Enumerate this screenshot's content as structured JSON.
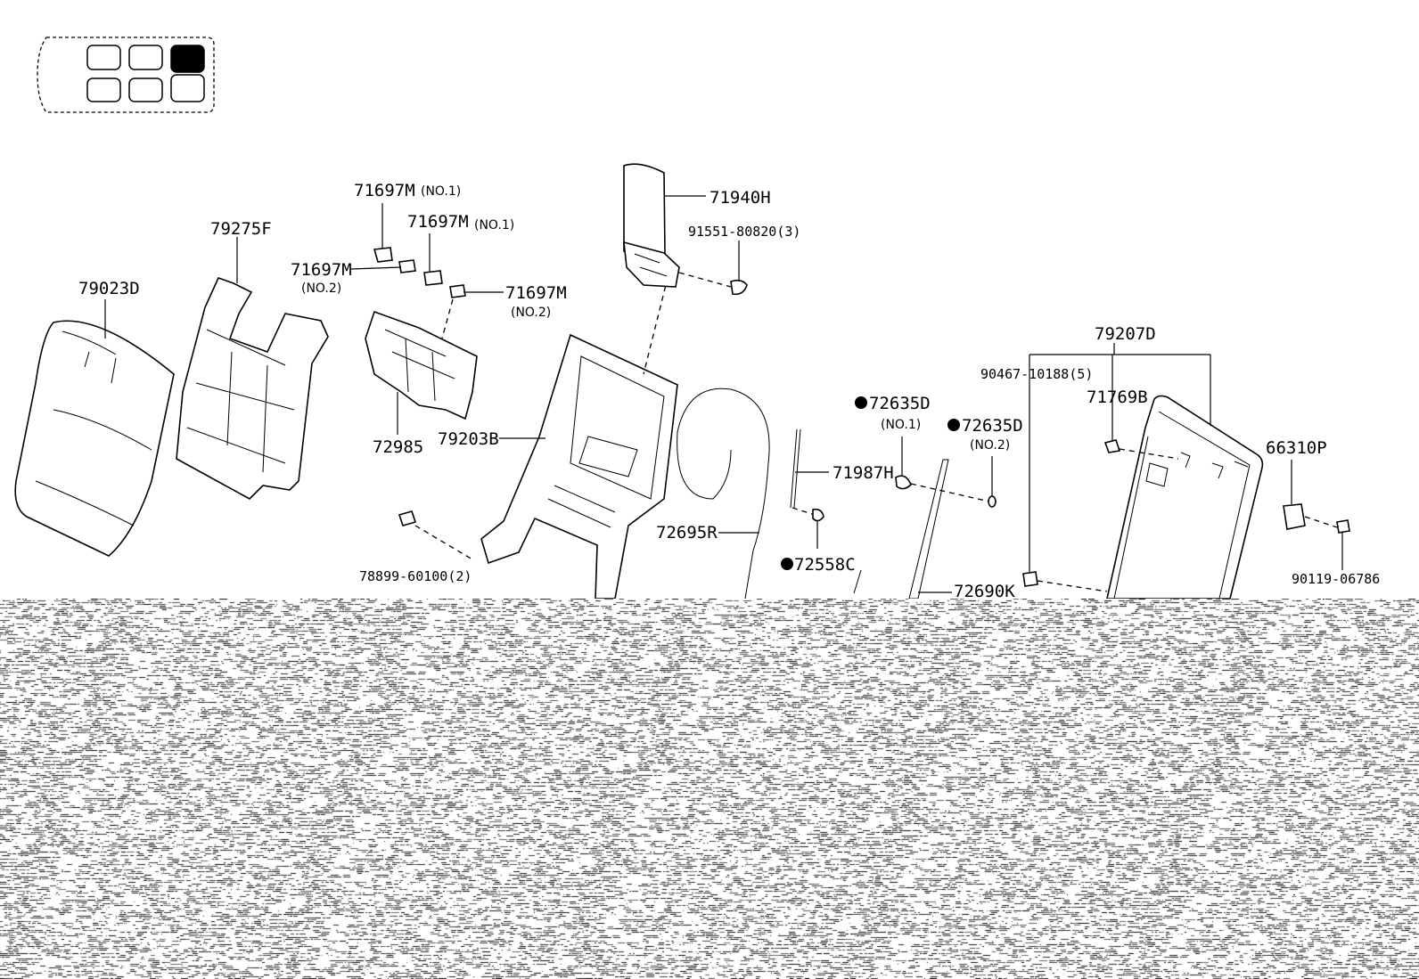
{
  "seat_locator": {
    "highlighted_position": "third-row right",
    "selected_color": "#000000"
  },
  "parts": {
    "p79023D": "79023D",
    "p79275F": "79275F",
    "p71697M_a": "71697M",
    "p71697M_a_note": "(NO.1)",
    "p71697M_b": "71697M",
    "p71697M_b_note": "(NO.1)",
    "p71697M_c": "71697M",
    "p71697M_c_note": "(NO.2)",
    "p71697M_d": "71697M",
    "p71697M_d_note": "(NO.2)",
    "p72985": "72985",
    "p79203B": "79203B",
    "p71940H": "71940H",
    "p91551": "91551-80820(3)",
    "p78899": "78899-60100(2)",
    "p72695R": "72695R",
    "p71987H": "71987H",
    "p72558C": "72558C",
    "p72635D_a": "72635D",
    "p72635D_a_note": "(NO.1)",
    "p72635D_b": "72635D",
    "p72635D_b_note": "(NO.2)",
    "p72690K": "72690K",
    "p79207D": "79207D",
    "p90467": "90467-10188(5)",
    "p71769B": "71769B",
    "p66310P": "66310P",
    "p90119": "90119-06786"
  }
}
